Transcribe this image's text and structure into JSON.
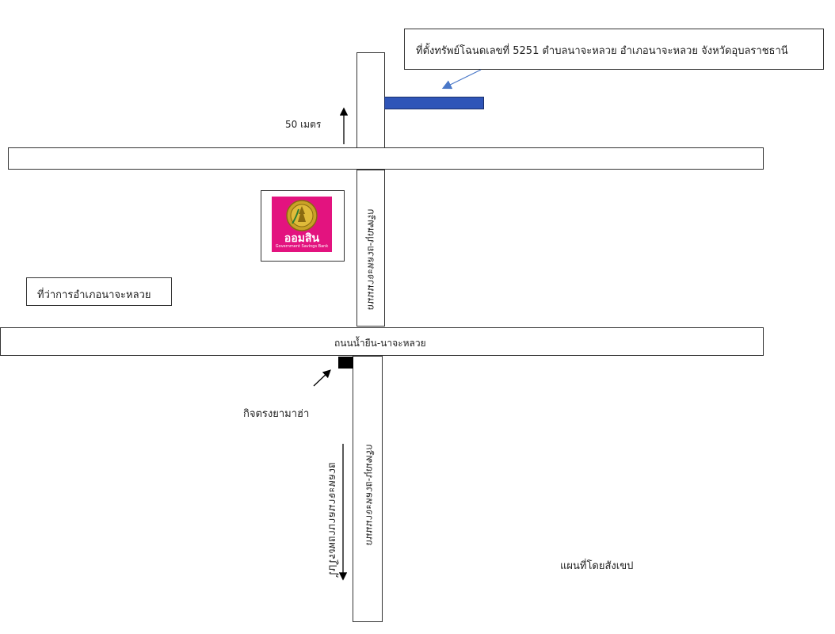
{
  "callout": {
    "text": "ที่ตั้งทรัพย์โฉนดเลขที่ 5251 ตำบลนาจะหลวย อำเภอนาจะหลวย จังหวัดอุบลราชธานี"
  },
  "distance_label": "50 เมตร",
  "roads": {
    "main_horizontal": "ถนนน้ำยืน-นาจะหลวย",
    "side_vertical_upper": "ถนนนาจะหลวย-บุณฑริก",
    "side_vertical_lower": "ถนนนาจะหลวย-บุณฑริก"
  },
  "landmarks": {
    "district_office": "ที่ว่าการอำเภอนาจะหลวย",
    "bank_logo_text": "ออมสิน",
    "bank_logo_subtext": "Government Savings Bank",
    "shop": "กิจตรงยามาฮ่า"
  },
  "direction_label": "ไปโรงพยาบาลนาจะหลวย",
  "footer_note": "แผนที่โดยสังเขป",
  "colors": {
    "property_marker": "#2f55b8",
    "shop_marker": "#000000",
    "logo_bg": "#e3137f",
    "logo_gold": "#c9a227",
    "callout_arrow": "#4a78c8"
  }
}
